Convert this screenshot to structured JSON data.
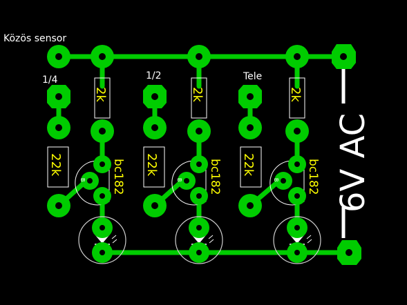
{
  "labels": {
    "common_sensor": "Közös sensor",
    "level_quarter": "1/4",
    "level_half": "1/2",
    "level_full": "Tele",
    "supply": "6V AC"
  },
  "components": {
    "resistor_top_value": "2k",
    "resistor_bottom_value": "22k",
    "transistor_part": "bc182",
    "transistor_pin": "B"
  },
  "colors": {
    "copper": "#00cc00",
    "silkscreen": "#ffffff",
    "value_text": "#ffff00",
    "background": "#000000"
  }
}
